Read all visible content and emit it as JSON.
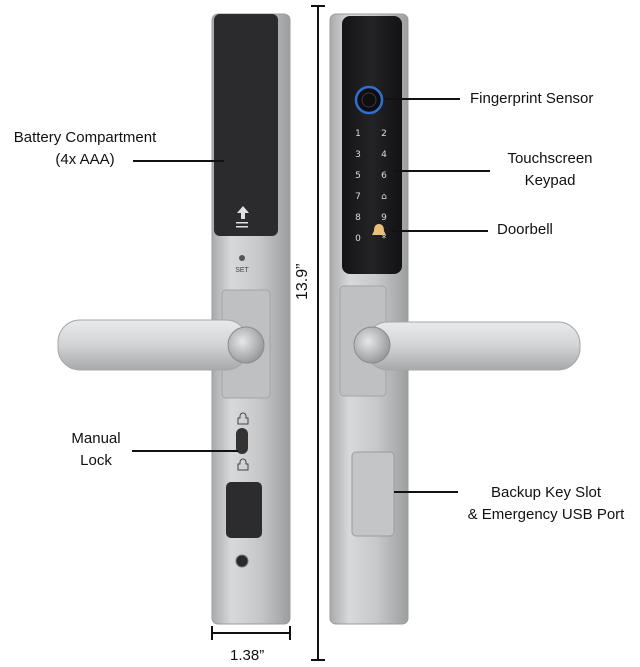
{
  "labels": {
    "battery_line1": "Battery Compartment",
    "battery_line2": "(4x AAA)",
    "manual_line1": "Manual",
    "manual_line2": "Lock",
    "fingerprint": "Fingerprint Sensor",
    "touchscreen_line1": "Touchscreen",
    "touchscreen_line2": "Keypad",
    "doorbell": "Doorbell",
    "backup_line1": "Backup Key Slot",
    "backup_line2": "& Emergency USB Port"
  },
  "dimensions": {
    "height": "13.9”",
    "width": "1.38”"
  },
  "device": {
    "set_label": "SET",
    "keypad_keys": [
      "1",
      "2",
      "3",
      "4",
      "5",
      "6",
      "7",
      "⌂",
      "8",
      "9",
      "0",
      "*"
    ],
    "icons": [
      "fingerprint-icon",
      "doorbell-icon",
      "unlock-icon",
      "lock-icon",
      "up-arrow-icon",
      "keyhole-icon"
    ]
  },
  "colors": {
    "metal": "#c9cacb",
    "glass": "#1b1b1e",
    "fingerprint_ring": "#2f6fd0"
  }
}
